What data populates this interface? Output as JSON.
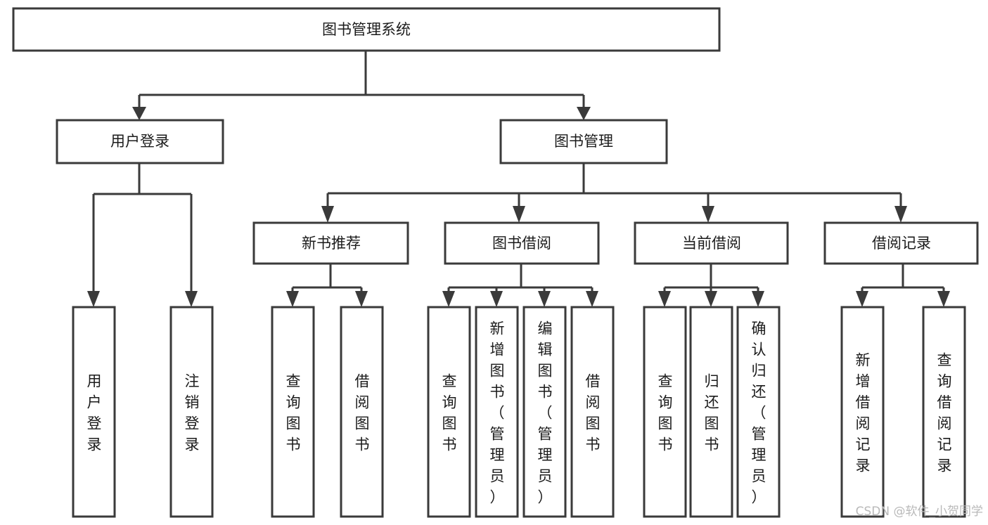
{
  "diagram": {
    "title": "图书管理系统",
    "type": "tree-hierarchy-diagram",
    "orientation": "top-down",
    "colors": {
      "box_stroke": "#3a3a3a",
      "box_fill": "#ffffff",
      "connector": "#3a3a3a",
      "text": "#1b1b1b",
      "background": "#ffffff",
      "watermark": "#b9b9b9"
    },
    "root": {
      "id": "root",
      "label": "图书管理系统"
    },
    "level1": [
      {
        "id": "l1-0",
        "label": "用户登录"
      },
      {
        "id": "l1-1",
        "label": "图书管理"
      }
    ],
    "level2": [
      {
        "id": "l2-0",
        "label": "新书推荐",
        "parent": "l1-1"
      },
      {
        "id": "l2-1",
        "label": "图书借阅",
        "parent": "l1-1"
      },
      {
        "id": "l2-2",
        "label": "当前借阅",
        "parent": "l1-1"
      },
      {
        "id": "l2-3",
        "label": "借阅记录",
        "parent": "l1-1"
      }
    ],
    "leaves": {
      "user_login": [
        {
          "id": "leaf-0",
          "label": "用户登录"
        },
        {
          "id": "leaf-1",
          "label": "注销登录"
        }
      ],
      "new_book": [
        {
          "id": "leaf-2",
          "label": "查询图书"
        },
        {
          "id": "leaf-3",
          "label": "借阅图书"
        }
      ],
      "book_borrow": [
        {
          "id": "leaf-4",
          "label": "查询图书"
        },
        {
          "id": "leaf-5",
          "label": "新增图书（管理员）"
        },
        {
          "id": "leaf-6",
          "label": "编辑图书（管理员）"
        },
        {
          "id": "leaf-7",
          "label": "借阅图书"
        }
      ],
      "current_borrow": [
        {
          "id": "leaf-8",
          "label": "查询图书"
        },
        {
          "id": "leaf-9",
          "label": "归还图书"
        },
        {
          "id": "leaf-10",
          "label": "确认归还（管理员）"
        }
      ],
      "borrow_record": [
        {
          "id": "leaf-11",
          "label": "新增借阅记录"
        },
        {
          "id": "leaf-12",
          "label": "查询借阅记录"
        }
      ]
    }
  },
  "watermark": {
    "text": "CSDN @软件_小贺同学"
  }
}
